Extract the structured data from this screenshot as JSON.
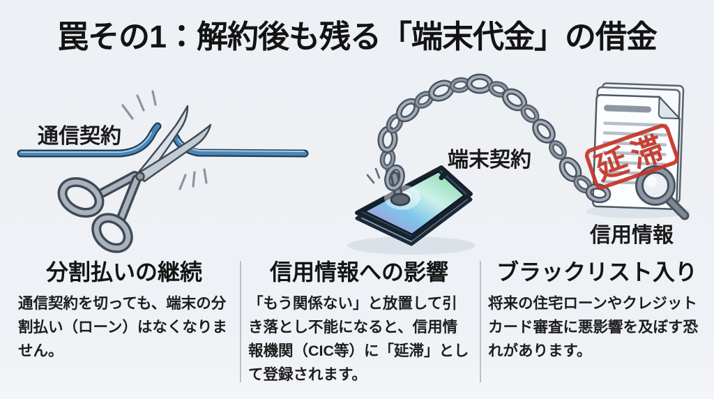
{
  "title": "罠その1：解約後も残る「端末代金」の借金",
  "illustrations": {
    "left": {
      "cable_label": "通信契約",
      "icon": "scissors-cutting-cable"
    },
    "right": {
      "chain_label": "端末契約",
      "document_label": "信用情報",
      "stamp_label": "延滞",
      "icon": "phone-chained-to-credit-report"
    }
  },
  "columns": [
    {
      "heading": "分割払いの継続",
      "body": "通信契約を切っても、端末の分割払い（ローン）はなくなりません。"
    },
    {
      "heading": "信用情報への影響",
      "body": "「もう関係ない」と放置して引き落とし不能になると、信用情報機関（CIC等）に「延滞」として登録されます。"
    },
    {
      "heading": "ブラックリスト入り",
      "body": "将来の住宅ローンやクレジットカード審査に悪影響を及ぼす恐れがあります。"
    }
  ],
  "colors": {
    "background": "#eef1f5",
    "text": "#141414",
    "cable_blue": "#4d86b4",
    "stamp_red": "#c5352a",
    "chain_gray": "#8d97a4"
  }
}
